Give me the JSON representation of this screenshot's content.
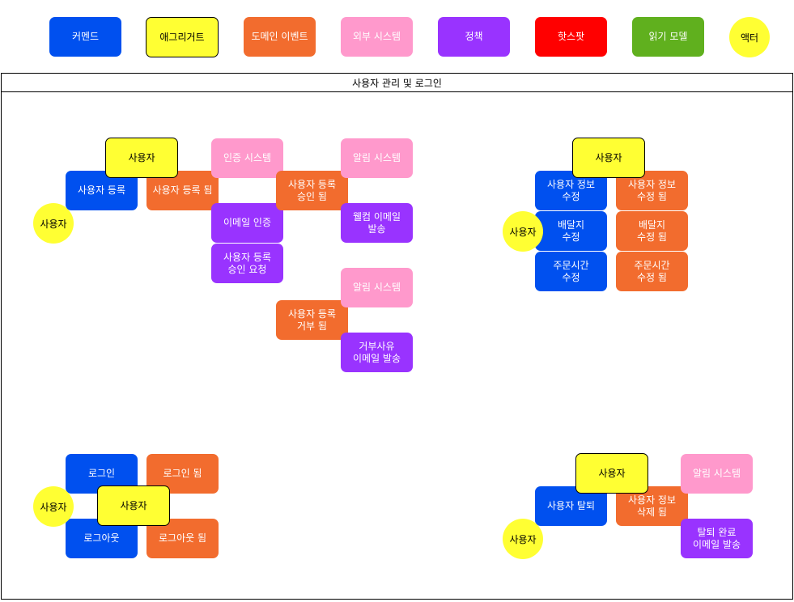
{
  "legend": {
    "command": "커멘드",
    "aggregate": "애그리거트",
    "domain_event": "도메인 이벤트",
    "external_system": "외부 시스템",
    "policy": "정책",
    "hotspot": "핫스팟",
    "read_model": "읽기 모델",
    "actor": "액터"
  },
  "frame": {
    "title": "사용자 관리 및 로그인"
  },
  "registration": {
    "actor": "사용자",
    "aggregate": "사용자",
    "command": "사용자 등록",
    "event_registered": "사용자 등록 됨",
    "auth_system": "인증 시스템",
    "email_auth": "이메일 인증",
    "approval_request": "사용자 등록\n승인 요청",
    "event_approved": "사용자 등록\n승인 됨",
    "notify_system_1": "알림 시스템",
    "welcome_email": "웰컴 이메일\n발송",
    "event_rejected": "사용자 등록\n거부 됨",
    "notify_system_2": "알림 시스템",
    "reject_email": "거부사유\n이메일 발송"
  },
  "profile": {
    "actor": "사용자",
    "aggregate": "사용자",
    "cmd_info": "사용자 정보\n수정",
    "cmd_address": "배달지\n수정",
    "cmd_order_time": "주문시간\n수정",
    "evt_info": "사용자 정보\n수정 됨",
    "evt_address": "배달지\n수정 됨",
    "evt_order_time": "주문시간\n수정 됨"
  },
  "login": {
    "actor": "사용자",
    "aggregate": "사용자",
    "cmd_login": "로그인",
    "evt_login": "로그인 됨",
    "cmd_logout": "로그아웃",
    "evt_logout": "로그아웃 됨"
  },
  "withdrawal": {
    "actor": "사용자",
    "aggregate": "사용자",
    "command": "사용자 탈퇴",
    "event": "사용자 정보\n삭제 됨",
    "notify_system": "알림 시스템",
    "policy": "탈퇴 완료\n이메일 발송"
  }
}
